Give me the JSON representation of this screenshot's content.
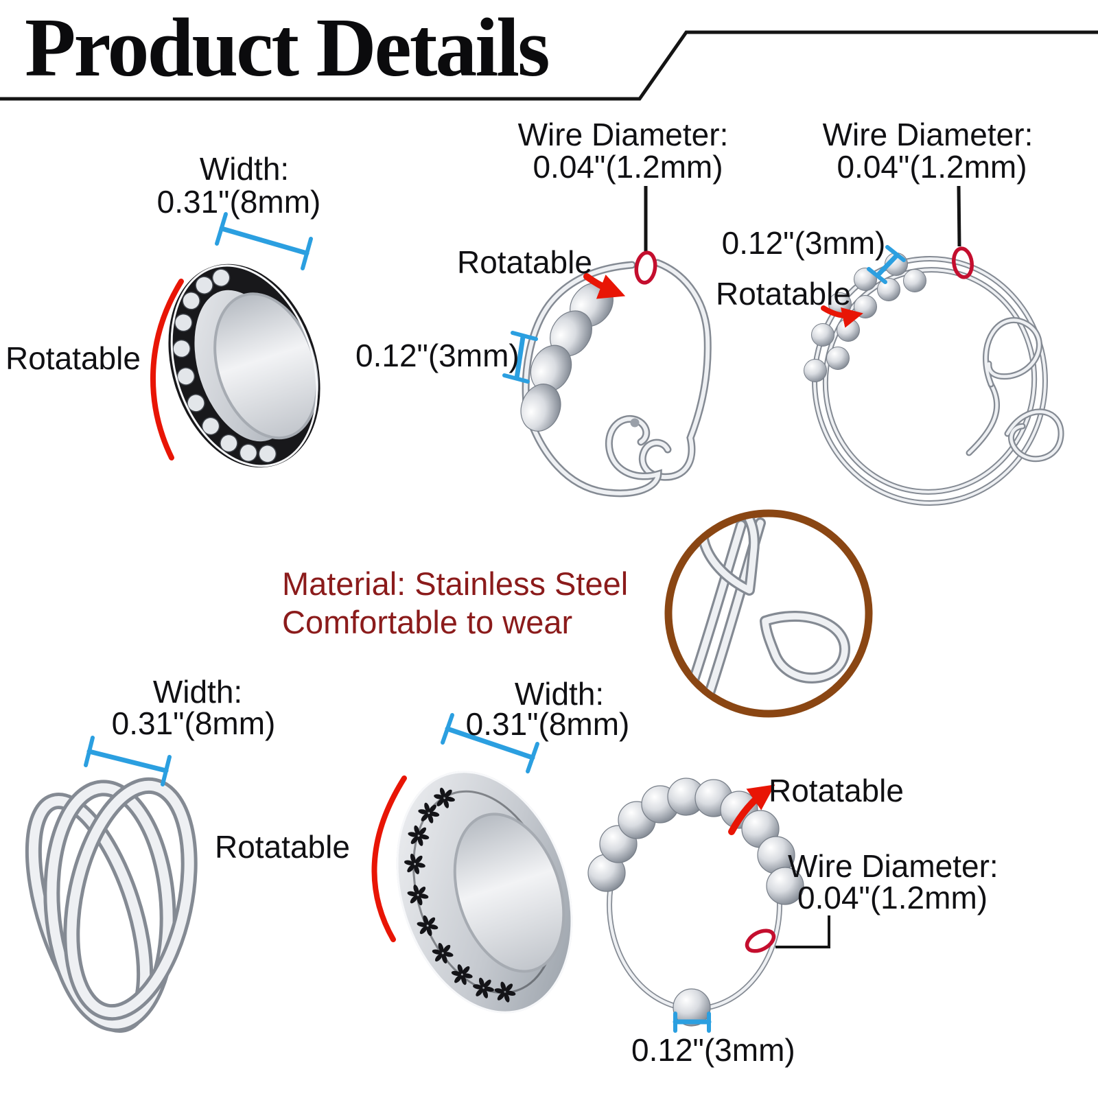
{
  "page_title": "Product Details",
  "colors": {
    "measure_blue": "#2b9fe0",
    "arrow_red": "#e81505",
    "wire_gauge_red": "#c40e2e",
    "material_text_maroon": "#8b1b1b",
    "inset_circle_brown": "#8a4613",
    "ink": "#101013"
  },
  "sections": {
    "moon_ring": {
      "width_label": "Width:",
      "width_value": "0.31\"(8mm)",
      "rotatable": "Rotatable"
    },
    "single_bead_ring": {
      "wire_label": "Wire Diameter:",
      "wire_value": "0.04\"(1.2mm)",
      "rotatable": "Rotatable",
      "bead_value": "0.12\"(3mm)"
    },
    "double_bead_ring": {
      "wire_label": "Wire Diameter:",
      "wire_value": "0.04\"(1.2mm)",
      "bead_value": "0.12\"(3mm)",
      "rotatable": "Rotatable"
    },
    "material_note": {
      "line1": "Material: Stainless Steel",
      "line2": "Comfortable to wear"
    },
    "triple_ring": {
      "width_label": "Width:",
      "width_value": "0.31\"(8mm)"
    },
    "flower_ring": {
      "width_label": "Width:",
      "width_value": "0.31\"(8mm)",
      "rotatable": "Rotatable"
    },
    "bead_hoop_ring": {
      "rotatable": "Rotatable",
      "wire_label": "Wire Diameter:",
      "wire_value": "0.04\"(1.2mm)",
      "bead_value": "0.12\"(3mm)"
    }
  }
}
